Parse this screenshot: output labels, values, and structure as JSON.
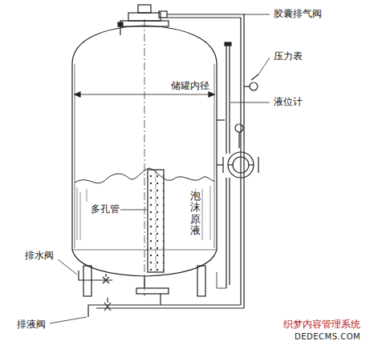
{
  "diagram": {
    "labels": [
      "胶囊排气阀",
      "压力表",
      "储罐内径",
      "液位计",
      "多孔管",
      "泡沫原液",
      "排水阀",
      "排液阀",
      "织梦内容管理系统",
      "DEDECMS.COM"
    ]
  }
}
